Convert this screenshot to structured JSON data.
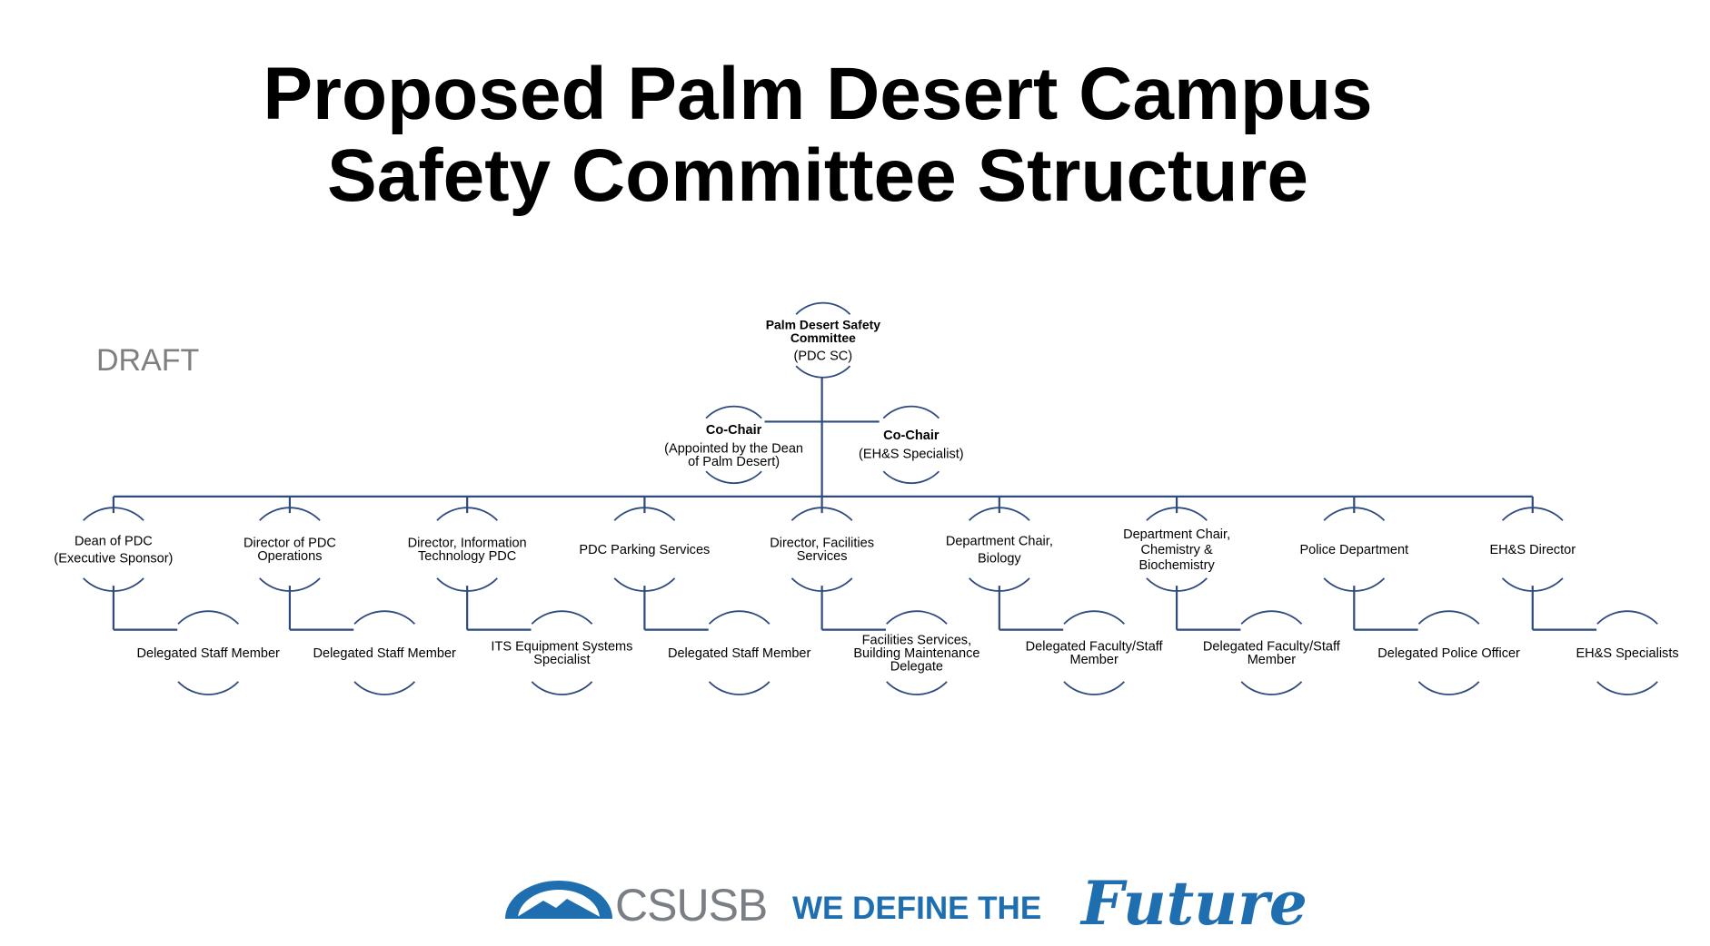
{
  "title_line1": "Proposed Palm Desert Campus",
  "title_line2": "Safety Committee Structure",
  "draft_label": "DRAFT",
  "colors": {
    "line": "#2f4a7f",
    "title": "#000000",
    "draft": "#7f7f7f",
    "logo_blue": "#1f6fb0",
    "logo_gray": "#7a7f85"
  },
  "org": {
    "root": {
      "lines": [
        "Palm Desert Safety",
        "Committee"
      ],
      "sub": [
        "(PDC SC)"
      ]
    },
    "cochairs": [
      {
        "lines": [
          "Co-Chair"
        ],
        "sub": [
          "(Appointed by the Dean",
          "of Palm Desert)"
        ]
      },
      {
        "lines": [
          "Co-Chair"
        ],
        "sub": [
          "(EH&S Specialist)"
        ]
      }
    ],
    "members": [
      {
        "title": [
          "Dean of PDC",
          "(Executive Sponsor)"
        ],
        "delegate": [
          "Delegated Staff Member"
        ]
      },
      {
        "title": [
          "Director of PDC",
          "Operations"
        ],
        "delegate": [
          "Delegated Staff Member"
        ]
      },
      {
        "title": [
          "Director, Information",
          "Technology PDC"
        ],
        "delegate": [
          "ITS Equipment Systems",
          "Specialist"
        ]
      },
      {
        "title": [
          "PDC Parking Services"
        ],
        "delegate": [
          "Delegated Staff Member"
        ]
      },
      {
        "title": [
          "Director, Facilities",
          "Services"
        ],
        "delegate": [
          "Facilities Services,",
          "Building Maintenance",
          "Delegate"
        ]
      },
      {
        "title": [
          "Department Chair,",
          "Biology"
        ],
        "delegate": [
          "Delegated Faculty/Staff",
          "Member"
        ]
      },
      {
        "title": [
          "Department Chair,",
          "Chemistry &",
          "Biochemistry"
        ],
        "delegate": [
          "Delegated Faculty/Staff",
          "Member"
        ]
      },
      {
        "title": [
          "Police Department"
        ],
        "delegate": [
          "Delegated Police Officer"
        ]
      },
      {
        "title": [
          "EH&S Director"
        ],
        "delegate": [
          "EH&S Specialists"
        ]
      }
    ]
  },
  "logo": {
    "name": "CSUSB",
    "tagline": "WE DEFINE THE",
    "script": "Future"
  }
}
